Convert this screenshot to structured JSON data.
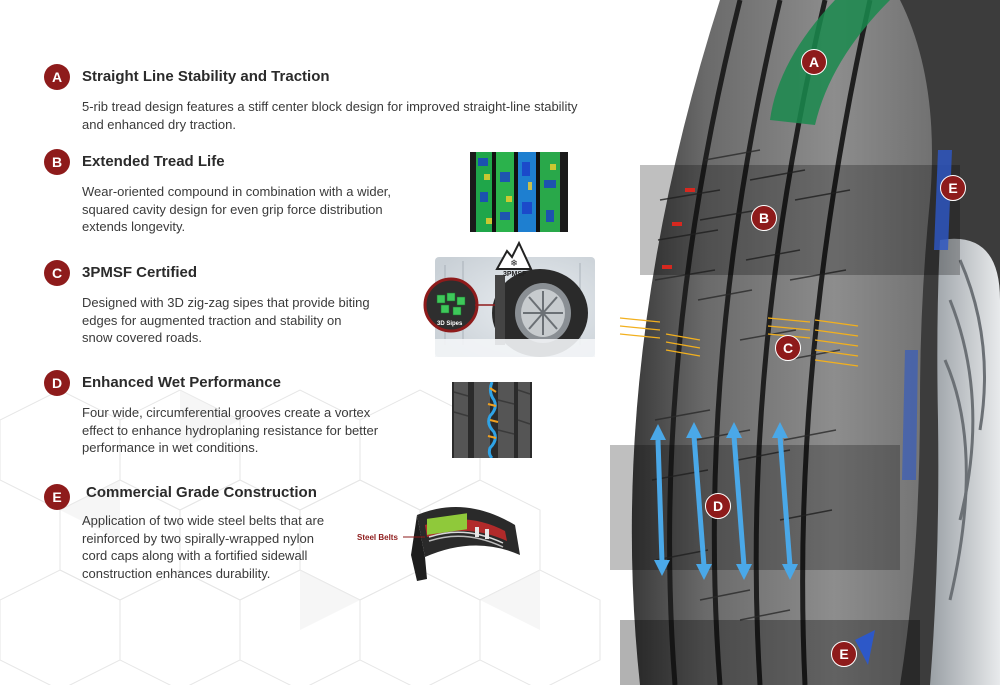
{
  "features": [
    {
      "letter": "A",
      "title": "Straight Line Stability and Traction",
      "lines": [
        "5-rib tread design features a stiff center block design for improved straight-line stability",
        "and enhanced dry traction."
      ]
    },
    {
      "letter": "B",
      "title": "Extended Tread Life",
      "lines": [
        "Wear-oriented compound in combination with a wider,",
        "squared cavity design for even grip force distribution",
        "extends longevity."
      ]
    },
    {
      "letter": "C",
      "title": "3PMSF Certified",
      "lines": [
        "Designed with 3D zig-zag sipes that provide biting",
        "edges for augmented traction and stability on",
        "snow covered roads."
      ]
    },
    {
      "letter": "D",
      "title": "Enhanced Wet Performance",
      "lines": [
        "Four wide, circumferential grooves create a vortex",
        "effect to enhance hydroplaning resistance for better",
        "performance in wet conditions."
      ]
    },
    {
      "letter": "E",
      "title": "Commercial Grade Construction",
      "lines": [
        "Application of two wide steel belts that are",
        "reinforced by two spirally-wrapped nylon",
        "cord caps along with a fortified sidewall",
        "construction enhances durability."
      ]
    }
  ],
  "thumb_labels": {
    "pmsf": "3PMSF",
    "sipes": "3D Sipes",
    "belts": "Steel Belts"
  },
  "tire_badges": [
    "A",
    "B",
    "C",
    "D",
    "E",
    "E"
  ]
}
